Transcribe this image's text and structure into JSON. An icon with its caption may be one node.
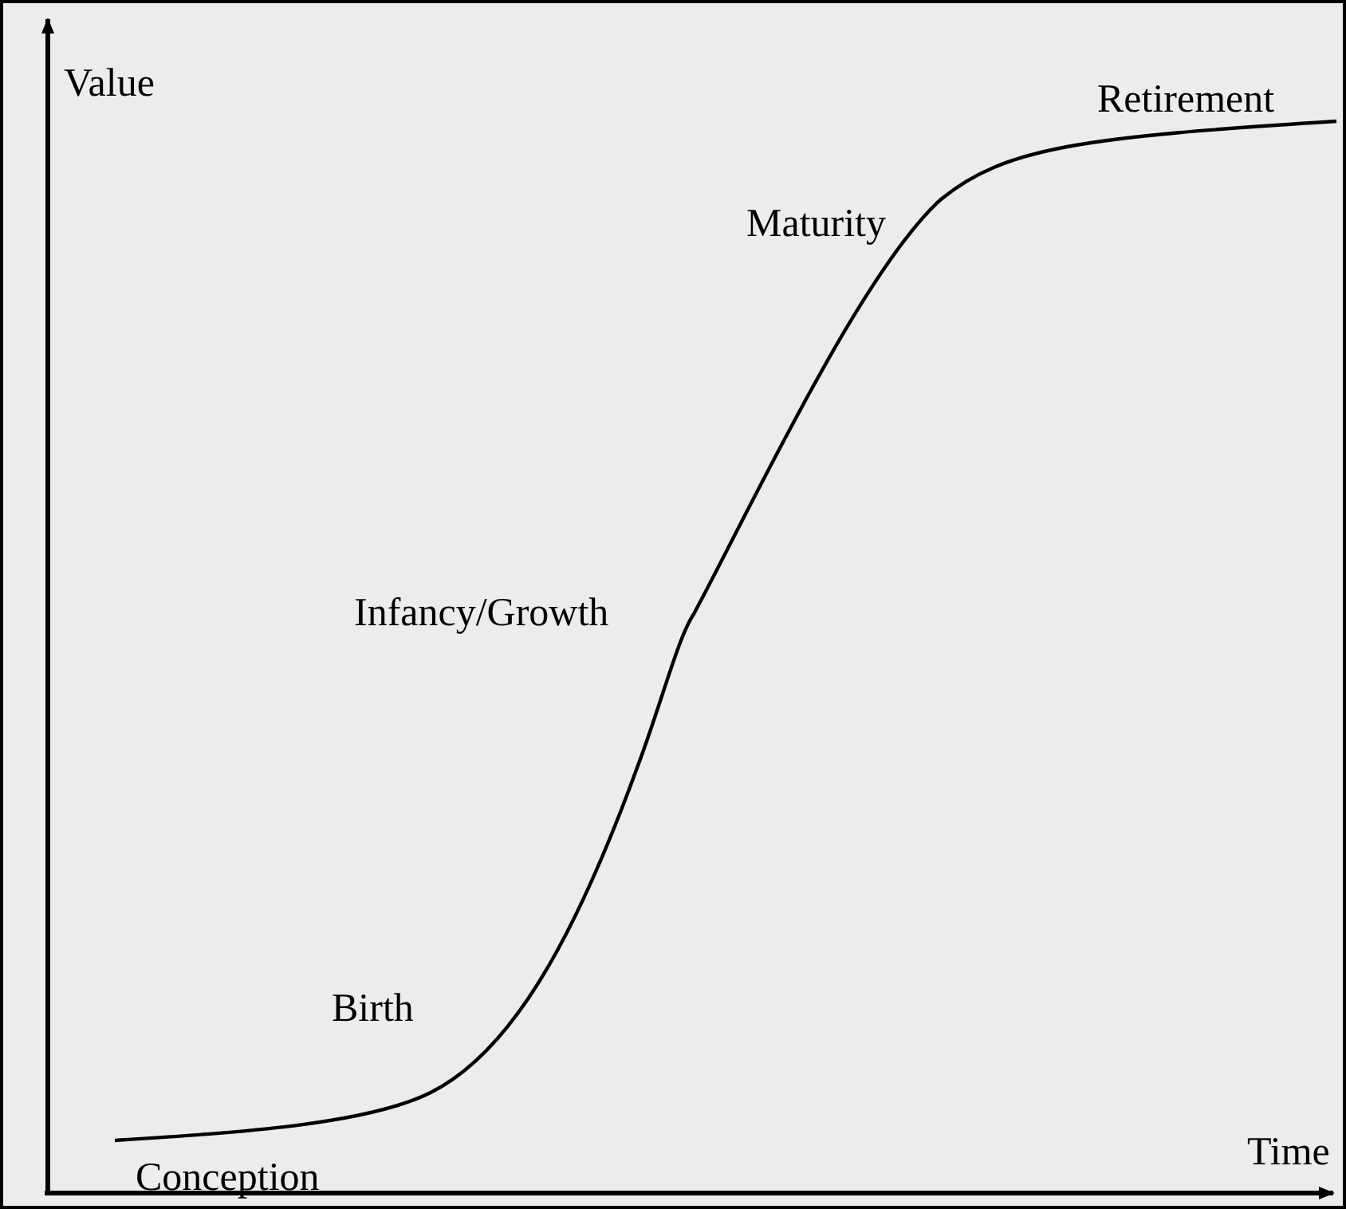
{
  "diagram": {
    "labels": [
      "Value",
      "Retirement",
      "Maturity",
      "Infancy/Growth",
      "Birth",
      "Conception",
      "Time"
    ]
  }
}
